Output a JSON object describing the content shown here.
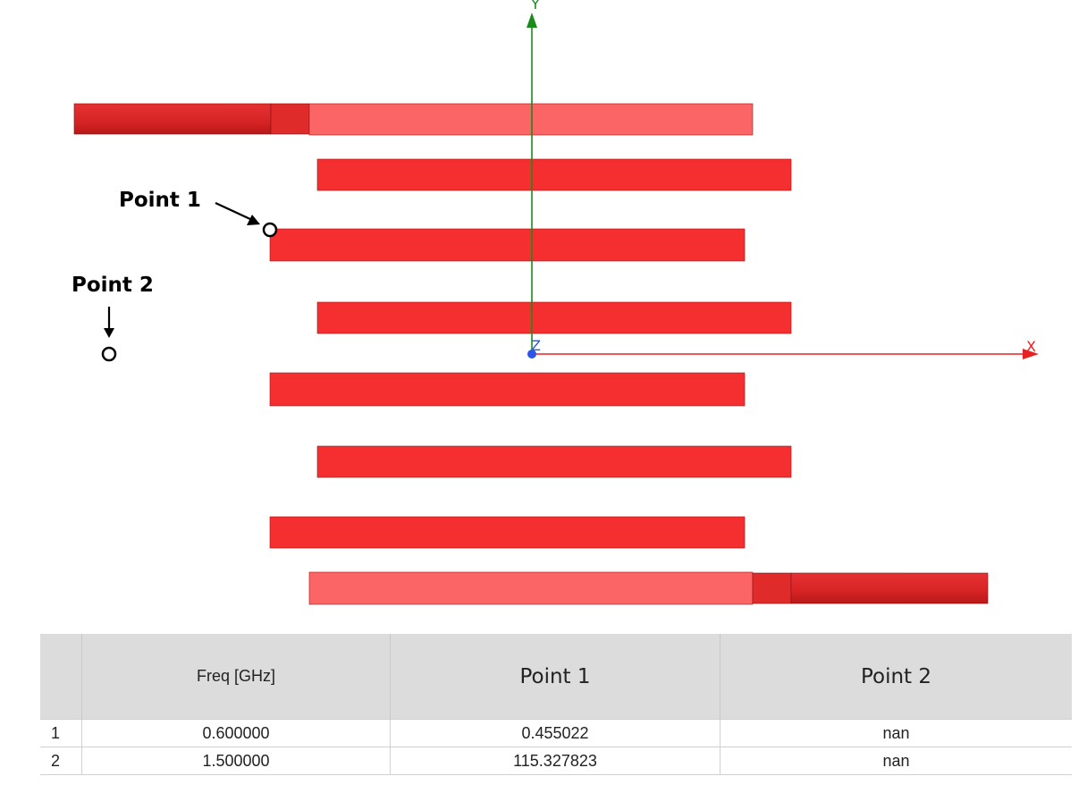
{
  "viewport": {
    "axes": {
      "x_label": "X",
      "y_label": "Y",
      "z_label": "Z"
    },
    "markers": [
      {
        "label": "Point 1"
      },
      {
        "label": "Point 2"
      }
    ],
    "colors": {
      "trace": "#f52f2f",
      "trace_light": "#fc6565",
      "feed": "#e02b2b",
      "x_axis": "#e82020",
      "y_axis": "#1a8a1a",
      "z_axis": "#2a55e6"
    }
  },
  "table": {
    "headers": [
      "",
      "Freq [GHz]",
      "Point 1",
      "Point 2"
    ],
    "rows": [
      [
        "1",
        "0.600000",
        "0.455022",
        "nan"
      ],
      [
        "2",
        "1.500000",
        "115.327823",
        "nan"
      ]
    ]
  }
}
